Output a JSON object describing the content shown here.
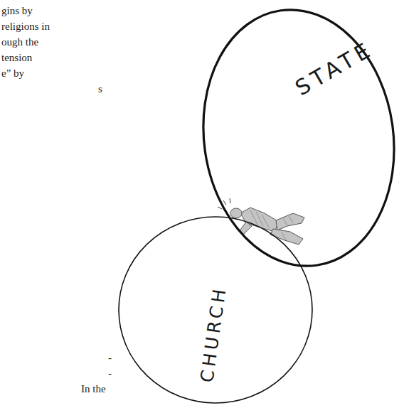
{
  "diagram": {
    "nodes": [
      {
        "text": [
          "STATE"
        ]
      },
      {
        "text": [
          "CHURCH"
        ]
      }
    ],
    "labels": [
      "gins by",
      "religions in",
      "ough the",
      "tension",
      "e” by",
      "s",
      "-",
      "-",
      "In the"
    ]
  }
}
